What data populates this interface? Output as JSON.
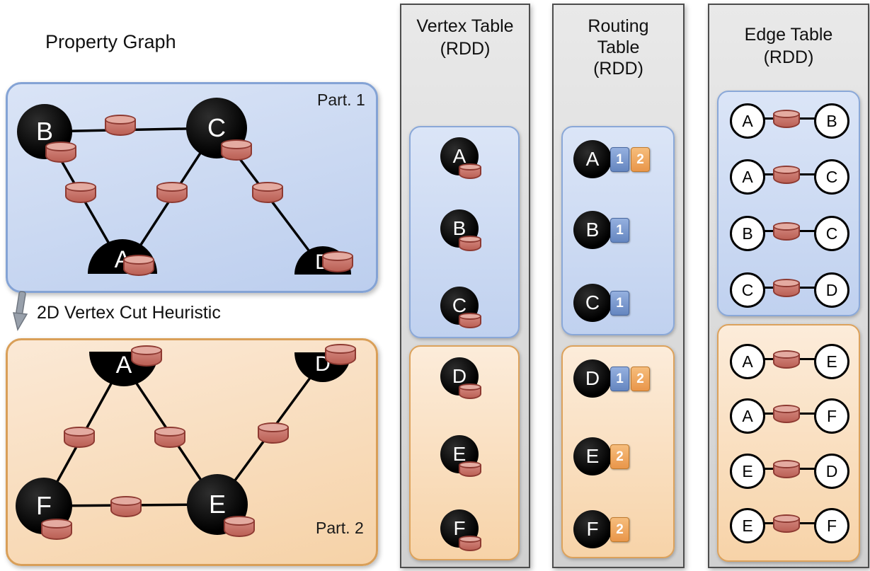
{
  "colors": {
    "partition1_fill": "#c8d6f0",
    "partition1_border": "#84a3d5",
    "partition2_fill": "#f8dcb8",
    "partition2_border": "#d99f58",
    "column_fill": "#dcdcdc",
    "column_border": "#4d4d4d",
    "cylinder_fill": "#c97367",
    "cylinder_border": "#8e3a32",
    "badge_blue": "#6586c0",
    "badge_orange": "#e9964a",
    "vertex_fill": "#000000"
  },
  "property_graph": {
    "title": "Property Graph",
    "heuristic_label": "2D Vertex Cut Heuristic",
    "part1": {
      "label": "Part. 1",
      "vertices": [
        {
          "id": "B"
        },
        {
          "id": "C"
        },
        {
          "id": "A"
        },
        {
          "id": "D"
        }
      ],
      "edges": [
        "B–C",
        "B–A",
        "C–A",
        "C–D"
      ]
    },
    "part2": {
      "label": "Part. 2",
      "vertices": [
        {
          "id": "A"
        },
        {
          "id": "D"
        },
        {
          "id": "F"
        },
        {
          "id": "E"
        }
      ],
      "edges": [
        "A–F",
        "A–E",
        "F–E",
        "E–D"
      ]
    }
  },
  "vertex_table": {
    "title_line1": "Vertex Table",
    "title_line2": "(RDD)",
    "part1": [
      "A",
      "B",
      "C"
    ],
    "part2": [
      "D",
      "E",
      "F"
    ]
  },
  "routing_table": {
    "title_line1": "Routing",
    "title_line2": "Table",
    "title_line3": "(RDD)",
    "part1": [
      {
        "vertex": "A",
        "badges": [
          {
            "n": "1",
            "c": "blue"
          },
          {
            "n": "2",
            "c": "orange"
          }
        ]
      },
      {
        "vertex": "B",
        "badges": [
          {
            "n": "1",
            "c": "blue"
          }
        ]
      },
      {
        "vertex": "C",
        "badges": [
          {
            "n": "1",
            "c": "blue"
          }
        ]
      }
    ],
    "part2": [
      {
        "vertex": "D",
        "badges": [
          {
            "n": "1",
            "c": "blue"
          },
          {
            "n": "2",
            "c": "orange"
          }
        ]
      },
      {
        "vertex": "E",
        "badges": [
          {
            "n": "2",
            "c": "orange"
          }
        ]
      },
      {
        "vertex": "F",
        "badges": [
          {
            "n": "2",
            "c": "orange"
          }
        ]
      }
    ]
  },
  "edge_table": {
    "title_line1": "Edge Table",
    "title_line2": "(RDD)",
    "part1": [
      {
        "from": "A",
        "to": "B"
      },
      {
        "from": "A",
        "to": "C"
      },
      {
        "from": "B",
        "to": "C"
      },
      {
        "from": "C",
        "to": "D"
      }
    ],
    "part2": [
      {
        "from": "A",
        "to": "E"
      },
      {
        "from": "A",
        "to": "F"
      },
      {
        "from": "E",
        "to": "D"
      },
      {
        "from": "E",
        "to": "F"
      }
    ]
  }
}
